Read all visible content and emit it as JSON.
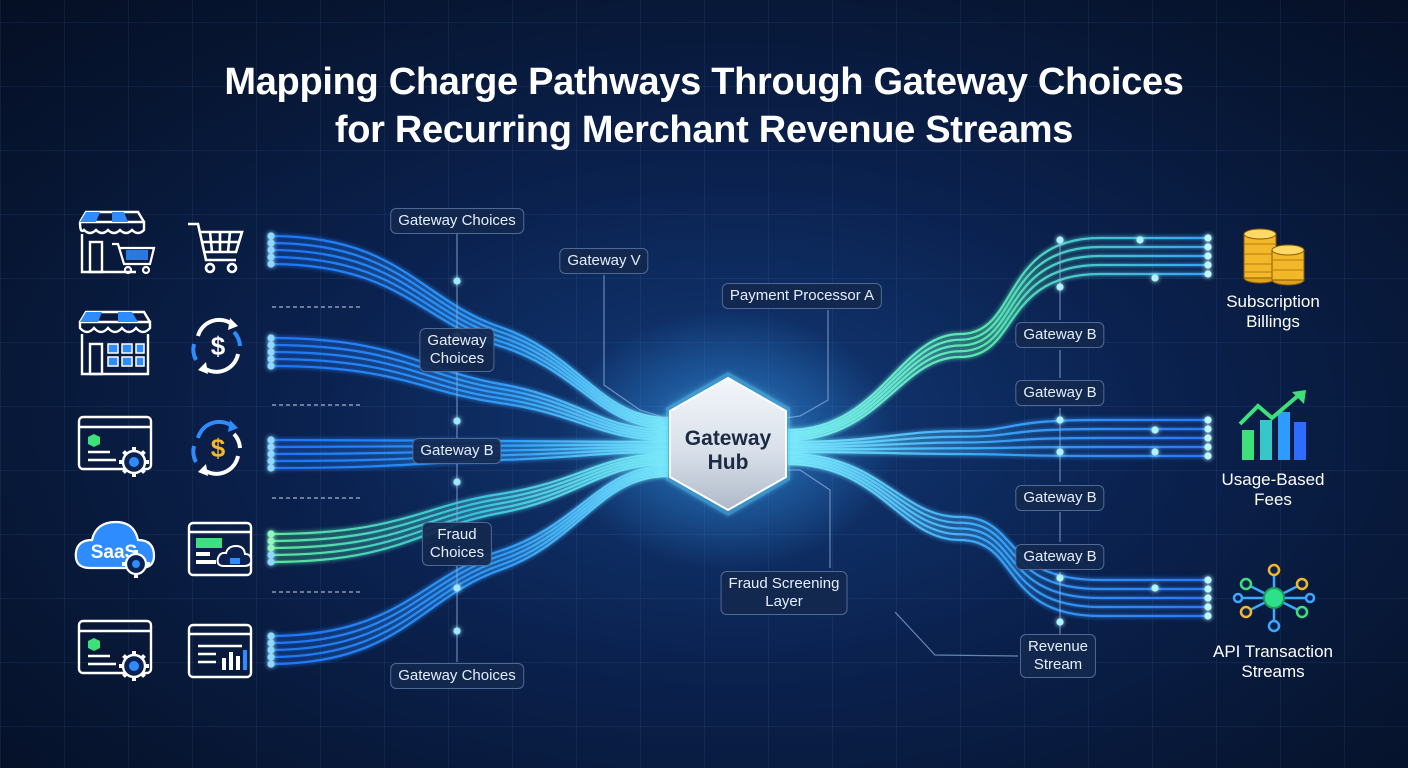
{
  "title": {
    "line1": "Mapping Charge Pathways Through Gateway Choices",
    "line2": "for Recurring Merchant Revenue Streams"
  },
  "hub": {
    "line1": "Gateway",
    "line2": "Hub"
  },
  "left_labels": {
    "top": "Gateway Choices",
    "gateway_choices_2": {
      "line1": "Gateway",
      "line2": "Choices"
    },
    "gateway_b": "Gateway B",
    "fraud_choices": {
      "line1": "Fraud",
      "line2": "Choices"
    },
    "bottom": "Gateway Choices",
    "gateway_v": "Gateway V",
    "payment_processor": "Payment Processor A",
    "fraud_screening": {
      "line1": "Fraud Screening",
      "line2": "Layer"
    }
  },
  "right_labels": {
    "gateway_b_1": "Gateway B",
    "gateway_b_2": "Gateway B",
    "gateway_b_3": "Gateway B",
    "gateway_b_4": "Gateway B",
    "revenue_stream": {
      "line1": "Revenue",
      "line2": "Stream"
    }
  },
  "outputs": {
    "subscription": {
      "line1": "Subscription",
      "line2": "Billings",
      "icon": "coins-stack-icon"
    },
    "usage": {
      "line1": "Usage-Based",
      "line2": "Fees",
      "icon": "growth-chart-icon"
    },
    "api": {
      "line1": "API Transaction",
      "line2": "Streams",
      "icon": "network-nodes-icon"
    }
  },
  "inputs": {
    "rows": [
      {
        "left_icon": "storefront-cart-icon",
        "right_icon": "shopping-cart-icon"
      },
      {
        "left_icon": "storefront-icon",
        "right_icon": "recurring-dollar-icon"
      },
      {
        "left_icon": "browser-settings-icon",
        "right_icon": "recurring-dollar-icon"
      },
      {
        "left_icon": "saas-cloud-icon",
        "right_icon": "dashboard-cloud-icon"
      },
      {
        "left_icon": "browser-settings-icon",
        "right_icon": "browser-chart-icon"
      }
    ],
    "saas_text": "SaaS"
  },
  "colors": {
    "background": "#071633",
    "line_blue": "#2a8cff",
    "line_cyan": "#5ff0ff",
    "line_green": "#6cf6a8",
    "hub_fill": "#dfe5ee",
    "coin_gold": "#f2b82a",
    "chart_green": "#3ee07a",
    "chart_blue": "#2e8cff"
  }
}
